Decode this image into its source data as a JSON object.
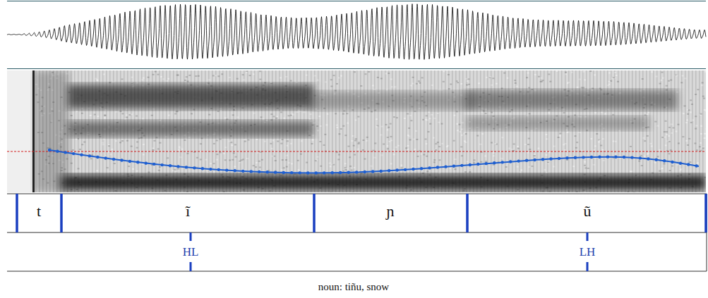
{
  "diagram": {
    "caption": "noun: tiñu, snow",
    "labels": [
      "t",
      "ĩ",
      "ɲ",
      "ũ",
      "HL",
      "LH"
    ]
  }
}
